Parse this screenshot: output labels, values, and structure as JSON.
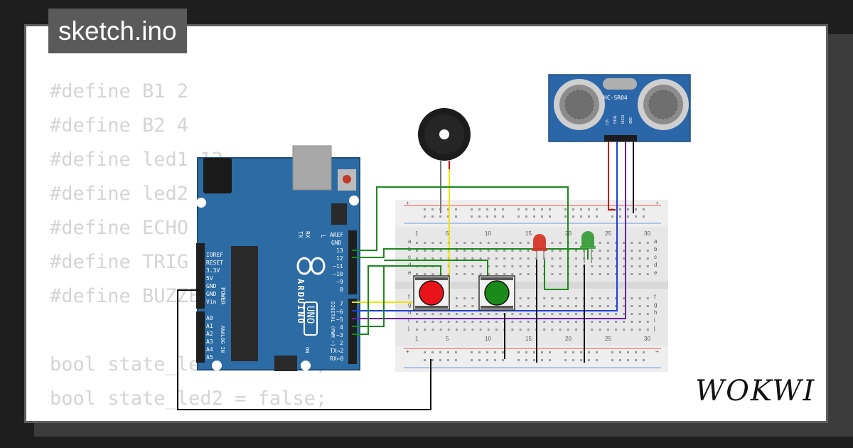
{
  "header": {
    "title": "sketch.ino"
  },
  "code": {
    "lines": [
      "#define B1 2",
      "#define B2 4",
      "#define led1 12",
      "#define led2 13",
      "#define ECHO 6",
      "#define TRIG 5",
      "#define BUZZER 7",
      "",
      "bool state_led1 = false;",
      "bool state_led2 = false;"
    ]
  },
  "arduino": {
    "brand": "ARDUINO",
    "model": "UNO",
    "tx": "TX",
    "rx": "RX",
    "l": "L",
    "on": "ON",
    "power_pins": [
      "IOREF",
      "RESET",
      "3.3V",
      "5V",
      "GND",
      "GND",
      "Vin"
    ],
    "power_label": "POWER",
    "analog_pins": [
      "A0",
      "A1",
      "A2",
      "A3",
      "A4",
      "A5"
    ],
    "analog_label": "ANALOG IN",
    "top_pins": [
      "AREF",
      "GND",
      "13",
      "12",
      "~11",
      "~10",
      "~9",
      "8"
    ],
    "digital_pins": [
      "7",
      "~6",
      "~5",
      "4",
      "~3",
      "2",
      "TX→2",
      "RX←0"
    ],
    "digital_label": "DIGITAL (PWM ~)"
  },
  "sensor": {
    "model": "HC-SR04",
    "pins": [
      "VCC",
      "TRIG",
      "ECHO",
      "GND"
    ]
  },
  "breadboard": {
    "col_numbers": [
      "1",
      "5",
      "10",
      "15",
      "20",
      "25",
      "30"
    ],
    "row_letters_top": [
      "a",
      "b",
      "c",
      "d",
      "e"
    ],
    "row_letters_bottom": [
      "f",
      "g",
      "h",
      "i",
      "j"
    ],
    "plus": "+"
  },
  "components": {
    "button1_color": "#e8141a",
    "button2_color": "#1a8a1a",
    "led1_color": "#d62d20",
    "led2_color": "#2e9a2e"
  },
  "brand": {
    "logo": "WOKWI"
  }
}
